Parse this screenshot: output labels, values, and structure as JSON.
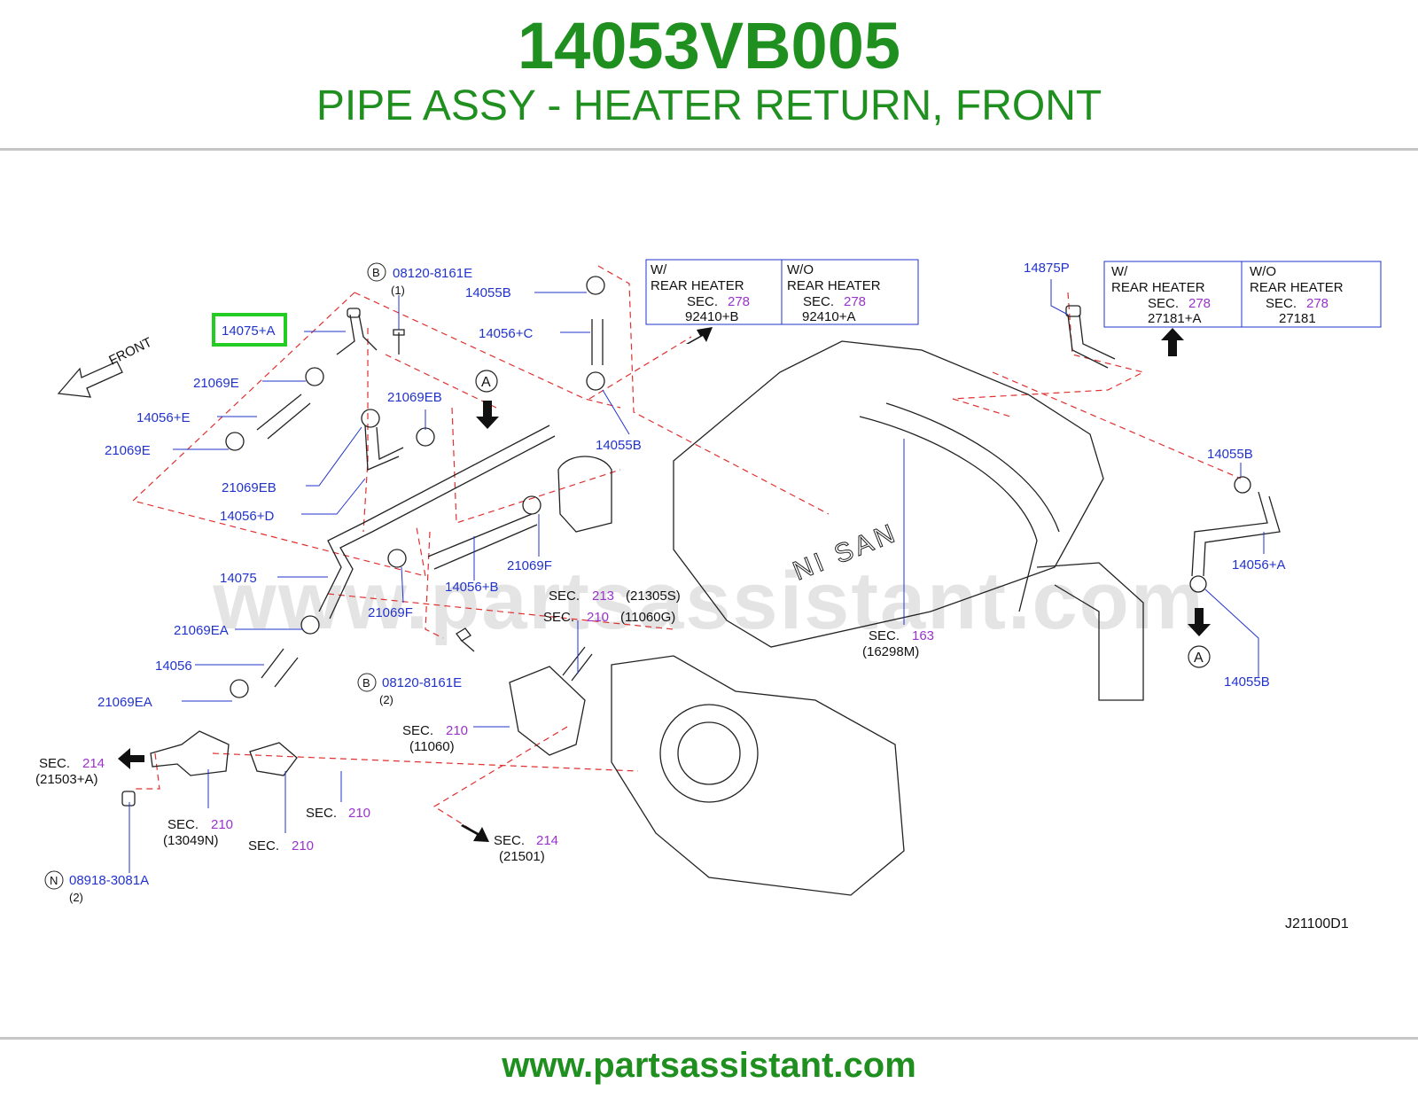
{
  "header": {
    "part_number": "14053VB005",
    "part_name": "PIPE ASSY - HEATER RETURN, FRONT"
  },
  "footer": {
    "url": "www.partsassistant.com"
  },
  "watermark": "www.partsassistant.com",
  "colors": {
    "brand_green": "#1f8f1f",
    "label_blue": "#2233cc",
    "section_purple": "#9933cc",
    "dash_red": "#e03030",
    "highlight": "#22cc22"
  },
  "diagram": {
    "code": "J21100D1",
    "front_label": "FRONT",
    "highlighted_part": "14075+A",
    "part_labels": {
      "p14075A": "14075+A",
      "p21069E_1": "21069E",
      "p14056E": "14056+E",
      "p21069E_2": "21069E",
      "p21069EB_1": "21069EB",
      "p21069EB_2": "21069EB",
      "p14056D": "14056+D",
      "p14075": "14075",
      "p21069EA_1": "21069EA",
      "p14056": "14056",
      "p21069EA_2": "21069EA",
      "p21069F_1": "21069F",
      "p14056B": "14056+B",
      "p21069F_2": "21069F",
      "p14055B_1": "14055B",
      "p14056C": "14056+C",
      "p14055B_2": "14055B",
      "p14875P": "14875P",
      "p14055B_3": "14055B",
      "p14056A": "14056+A",
      "p14055B_4": "14055B",
      "bolt_top": "08120-8161E",
      "bolt_top_qty": "(1)",
      "bolt_mid": "08120-8161E",
      "bolt_mid_qty": "(2)",
      "nut": "08918-3081A",
      "nut_qty": "(2)"
    },
    "circle_letters": {
      "B": "B",
      "N": "N",
      "A": "A"
    },
    "sec_prefix": "SEC.",
    "sections": {
      "s213": {
        "num": "213",
        "ref": "(21305S)"
      },
      "s210a": {
        "num": "210",
        "ref": "(11060G)"
      },
      "s163": {
        "num": "163",
        "ref": "(16298M)"
      },
      "s210b": {
        "num": "210",
        "ref": "(11060)"
      },
      "s214a": {
        "num": "214",
        "ref": "(21503+A)"
      },
      "s210c": {
        "num": "210",
        "ref": "(13049N)"
      },
      "s210d": {
        "num": "210",
        "ref": ""
      },
      "s210e": {
        "num": "210",
        "ref": ""
      },
      "s214b": {
        "num": "214",
        "ref": "(21501)"
      }
    },
    "box_left": {
      "col1_head": "W/",
      "col1_line": "REAR   HEATER",
      "col1_sec": "278",
      "col1_ref": "92410+B",
      "col2_head": "W/O",
      "col2_line": "REAR   HEATER",
      "col2_sec": "278",
      "col2_ref": "92410+A"
    },
    "box_right": {
      "col1_head": "W/",
      "col1_line": "REAR   HEATER",
      "col1_sec": "278",
      "col1_ref": "27181+A",
      "col2_head": "W/O",
      "col2_line": "REAR   HEATER",
      "col2_sec": "278",
      "col2_ref": "27181"
    },
    "engine_logo": "NI SAN"
  }
}
